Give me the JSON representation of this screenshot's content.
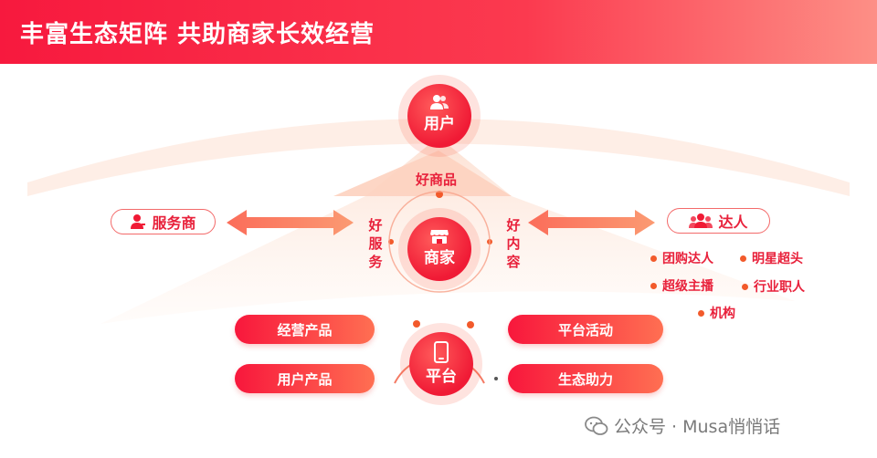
{
  "header": {
    "title": "丰富生态矩阵 共助商家长效经营"
  },
  "nodes": {
    "user": "用户",
    "merchant": "商家",
    "platform": "平台"
  },
  "labels": {
    "good_product": "好商品",
    "good_service": "好服务",
    "good_content": "好内容"
  },
  "sides": {
    "service_provider": "服务商",
    "talent": "达人"
  },
  "talent_items": [
    "团购达人",
    "明星超头",
    "超级主播",
    "行业职人",
    "机构"
  ],
  "platform_pills": {
    "left": [
      "经营产品",
      "用户产品"
    ],
    "right": [
      "平台活动",
      "生态助力"
    ]
  },
  "watermark": {
    "text": "公众号 · Musa悄悄话"
  },
  "colors": {
    "accent": "#f01a35",
    "arrow": "#fb7a60",
    "fan": "#fde3d3"
  }
}
